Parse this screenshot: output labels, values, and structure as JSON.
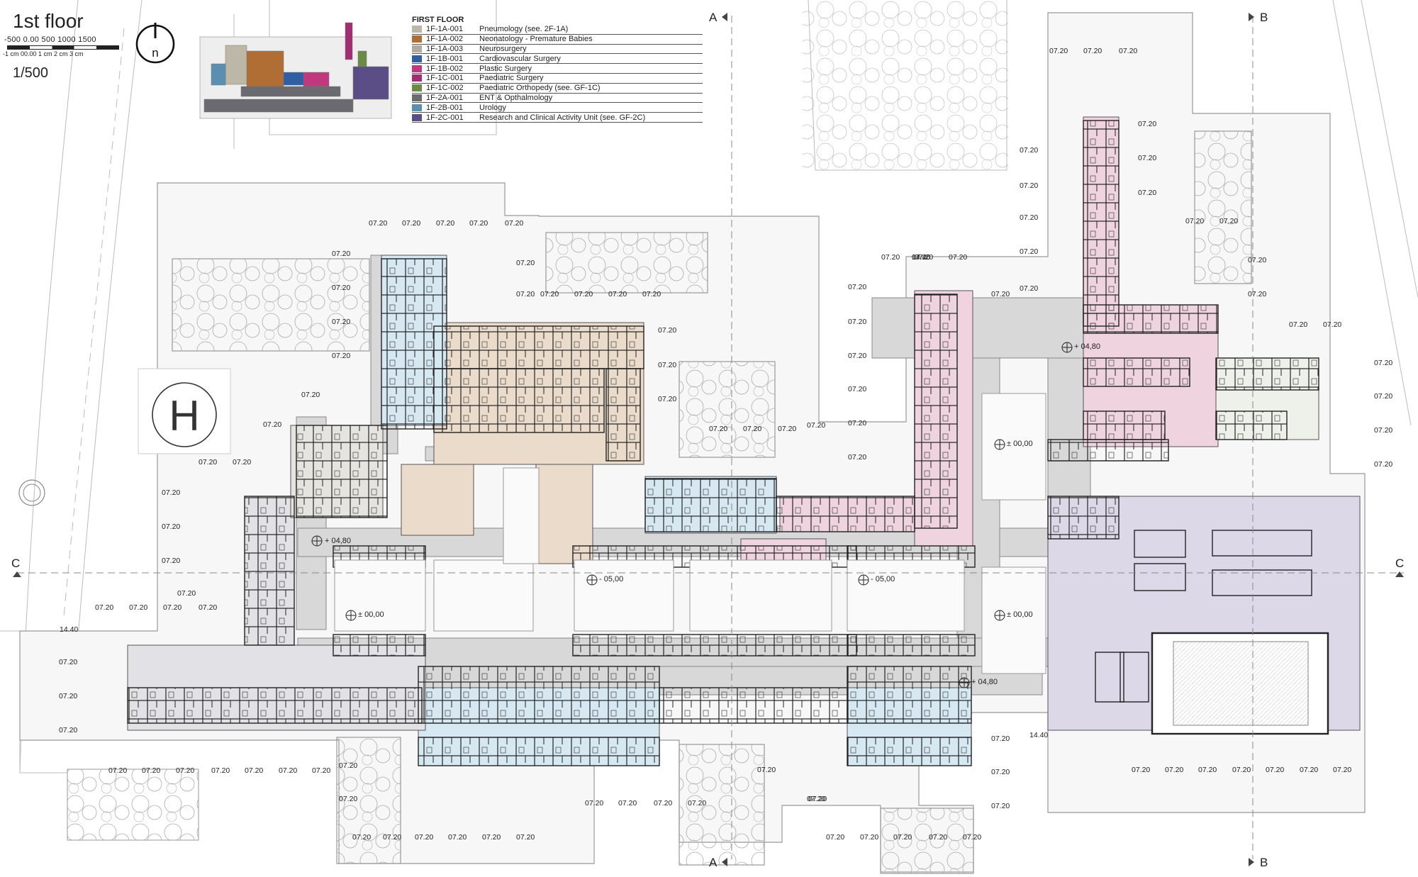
{
  "title": "1st floor",
  "scale": {
    "numbers": "-500  0.00   500  1000  1500",
    "units": "-1 cm  00.00  1 cm   2 cm   3 cm",
    "ratio": "1/500"
  },
  "compass_letter": "n",
  "legend": {
    "heading": "FIRST FLOOR",
    "items": [
      {
        "code": "1F-1A-001",
        "name": "Pneumology (see. 2F-1A)",
        "color": "#bdb7a7"
      },
      {
        "code": "1F-1A-002",
        "name": "Neonatology - Premature Babies",
        "color": "#b06e35"
      },
      {
        "code": "1F-1A-003",
        "name": "Neurosurgery",
        "color": "#b0aaa0"
      },
      {
        "code": "1F-1B-001",
        "name": "Cardiovascular Surgery",
        "color": "#2e5fa3"
      },
      {
        "code": "1F-1B-002",
        "name": "Plastic Surgery",
        "color": "#c0397f"
      },
      {
        "code": "1F-1C-001",
        "name": "Paediatric Surgery",
        "color": "#a22d74"
      },
      {
        "code": "1F-1C-002",
        "name": "Paediatric Orthopedy (see. GF-1C)",
        "color": "#6b8a45"
      },
      {
        "code": "1F-2A-001",
        "name": "ENT & Opthalmology",
        "color": "#6a6a70"
      },
      {
        "code": "1F-2B-001",
        "name": "Urology",
        "color": "#5b8fb0"
      },
      {
        "code": "1F-2C-001",
        "name": "Research and Clinical Activity Unit (see. GF-2C)",
        "color": "#5b4e86"
      }
    ]
  },
  "helipad_label": "H",
  "sections": {
    "a": "A",
    "b": "B",
    "c": "C"
  },
  "levels": {
    "plus_0480": "+ 04,80",
    "zero": "± 00,00",
    "minus_0500": "- 05,00"
  },
  "dims": {
    "d720": "07.20",
    "d1440": "14.40"
  },
  "colors": {
    "beige": "#eadbcb",
    "pink": "#efd3df",
    "blue": "#d6e8f2",
    "violet": "#dcd8e8",
    "grey": "#d9d9d9",
    "green": "#eef0ea"
  }
}
